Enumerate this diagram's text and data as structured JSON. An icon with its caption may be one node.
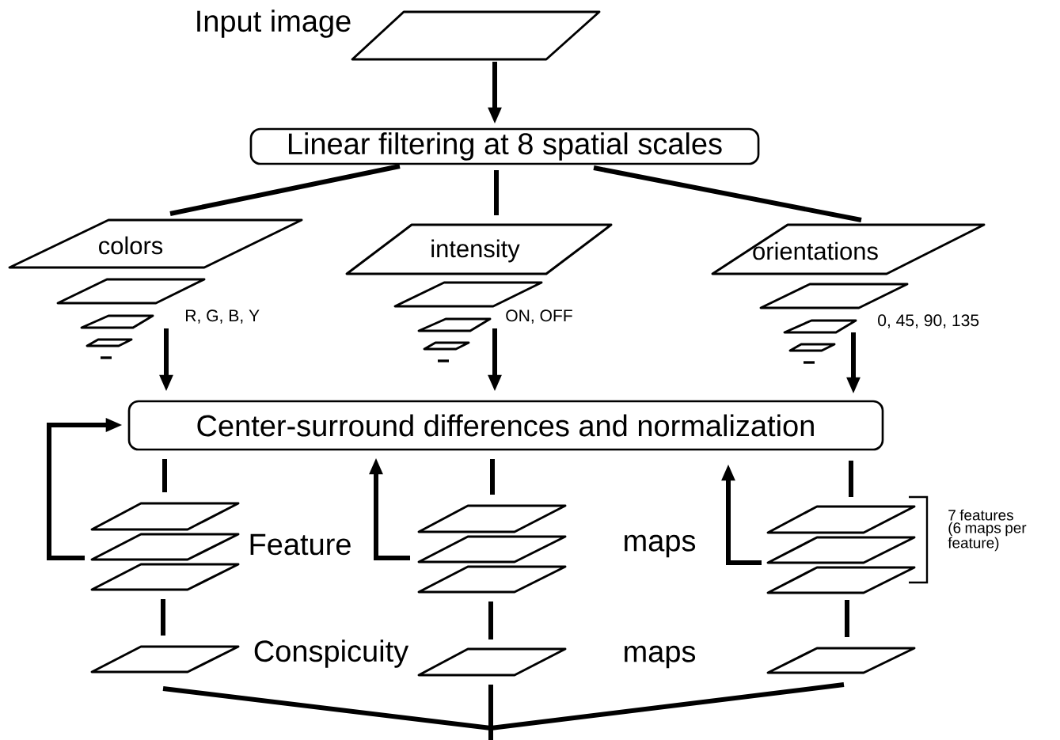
{
  "diagram": {
    "nodes": [
      {
        "text": [],
        "shape": "parallelogram",
        "beside": [
          "Input image"
        ]
      },
      {
        "text": [
          "Linear filtering at 8 spatial scales"
        ]
      },
      {
        "text": [
          "colors"
        ],
        "beside": [
          "R, G, B, Y"
        ]
      },
      {
        "text": [
          "intensity"
        ],
        "beside": [
          "ON, OFF"
        ]
      },
      {
        "text": [
          "orientations"
        ],
        "beside": [
          "0, 45, 90, 135"
        ]
      },
      {
        "text": [
          "Center-surround differences and normalization"
        ]
      },
      {
        "text": [],
        "shape": "parallelogram"
      },
      {
        "text": [],
        "shape": "parallelogram"
      },
      {
        "text": [],
        "shape": "parallelogram"
      },
      {
        "text": [],
        "shape": "parallelogram"
      },
      {
        "text": [],
        "shape": "parallelogram"
      },
      {
        "text": [],
        "shape": "parallelogram"
      },
      {
        "text": [],
        "shape": "parallelogram"
      },
      {
        "text": [],
        "shape": "parallelogram"
      },
      {
        "text": [],
        "shape": "parallelogram"
      },
      {
        "text": [],
        "shape": "parallelogram"
      },
      {
        "text": [],
        "shape": "parallelogram"
      },
      {
        "text": [],
        "shape": "parallelogram"
      }
    ],
    "edges": [
      {
        "from": 0,
        "to": 1,
        "arrow": "to"
      },
      {
        "from": 1,
        "to": 2,
        "arrow": "none"
      },
      {
        "from": 1,
        "to": 3,
        "arrow": "none"
      },
      {
        "from": 1,
        "to": 4,
        "arrow": "none"
      },
      {
        "from": 2,
        "to": 5,
        "arrow": "to"
      },
      {
        "from": 3,
        "to": 5,
        "arrow": "to"
      },
      {
        "from": 4,
        "to": 5,
        "arrow": "to"
      },
      {
        "from": 5,
        "to": 6,
        "arrow": "none"
      },
      {
        "from": 5,
        "to": 9,
        "arrow": "none"
      },
      {
        "from": 5,
        "to": 12,
        "arrow": "none"
      },
      {
        "from": 7,
        "to": 5,
        "arrow": "to"
      },
      {
        "from": 10,
        "to": 5,
        "arrow": "to"
      },
      {
        "from": 13,
        "to": 5,
        "arrow": "to"
      },
      {
        "from": 8,
        "to": 15,
        "arrow": "none"
      },
      {
        "from": 11,
        "to": 16,
        "arrow": "none"
      },
      {
        "from": 14,
        "to": 17,
        "arrow": "none"
      },
      {
        "from": 15,
        "to": null,
        "arrow": "none"
      },
      {
        "from": 16,
        "to": null,
        "arrow": "none"
      },
      {
        "from": 17,
        "to": null,
        "arrow": "none"
      }
    ],
    "labels": [
      "Feature",
      "maps",
      "Conspicuity",
      "maps",
      "7 features (6 maps per feature)"
    ]
  }
}
